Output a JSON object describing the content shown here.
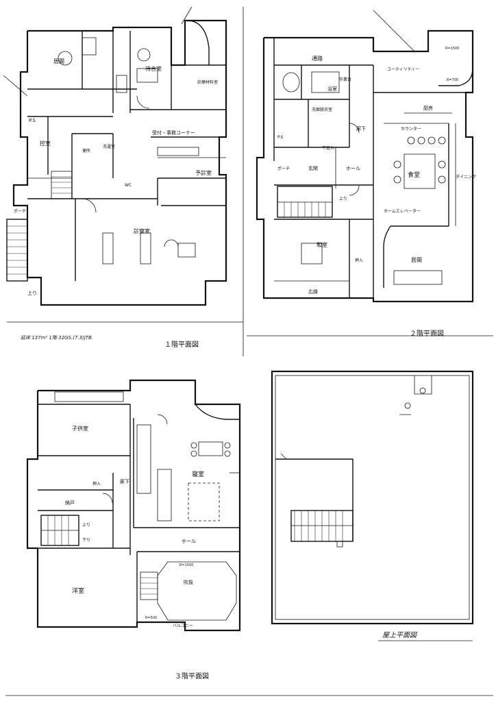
{
  "sheet": {
    "floor1_caption": "１階平面図",
    "floor2_caption": "２階平面図",
    "floor3_caption": "３階平面図",
    "roof_caption": "屋上平面図",
    "area_note": "延床 137m²  1階 32GS.(7.3)JTB."
  },
  "floor1": {
    "rooms": [
      "居間",
      "P.S",
      "控室",
      "待合室",
      "診察室",
      "予診室",
      "受付・事務コーナー",
      "洗濯室",
      "診療材料室",
      "便所",
      "WC",
      "上り",
      "ポーチ"
    ]
  },
  "floor2": {
    "rooms": [
      "通路",
      "ユーティリティー",
      "作業台",
      "浴室",
      "洗面脱衣室",
      "P.S",
      "廊下",
      "玄関",
      "ホール",
      "食堂",
      "厨房",
      "カウンター",
      "和室",
      "居間",
      "上り",
      "ポーチ",
      "広縁",
      "下足入",
      "押入",
      "ダイニング",
      "ホームエレベーター",
      "R=1500",
      "R=700"
    ]
  },
  "floor3": {
    "rooms": [
      "子供室",
      "寝室",
      "洋室",
      "納戸",
      "押入",
      "廊下",
      "ホール",
      "吹抜",
      "バルコニー",
      "上り",
      "下り",
      "R=1500",
      "R=500"
    ]
  },
  "roof": {
    "rooms": []
  }
}
